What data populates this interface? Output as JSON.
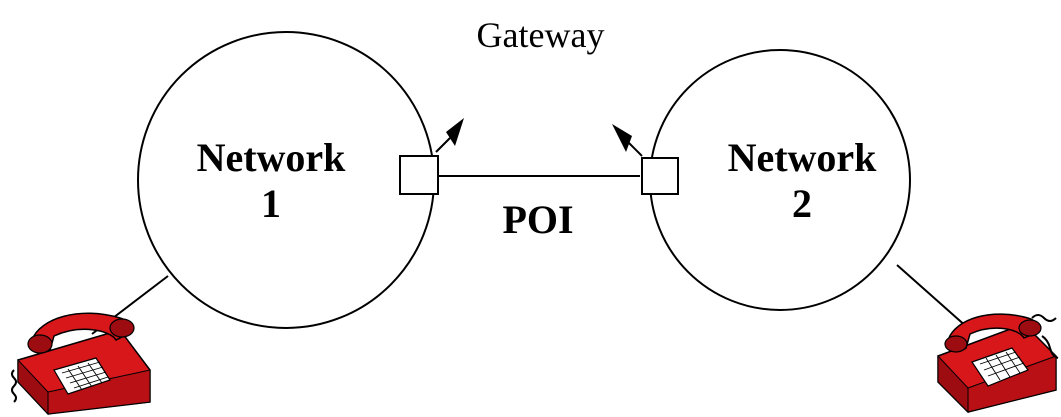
{
  "gateway_label": "Gateway",
  "poi_label": "POI",
  "networks": [
    {
      "name": "Network",
      "number": "1"
    },
    {
      "name": "Network",
      "number": "2"
    }
  ],
  "colors": {
    "line": "#000000",
    "phone_body": "#d8171b",
    "phone_dark": "#5a0608",
    "phone_keypad": "#ffffff"
  },
  "icons": [
    "telephone-icon",
    "telephone-icon",
    "signal-flag-icon",
    "signal-flag-icon"
  ]
}
